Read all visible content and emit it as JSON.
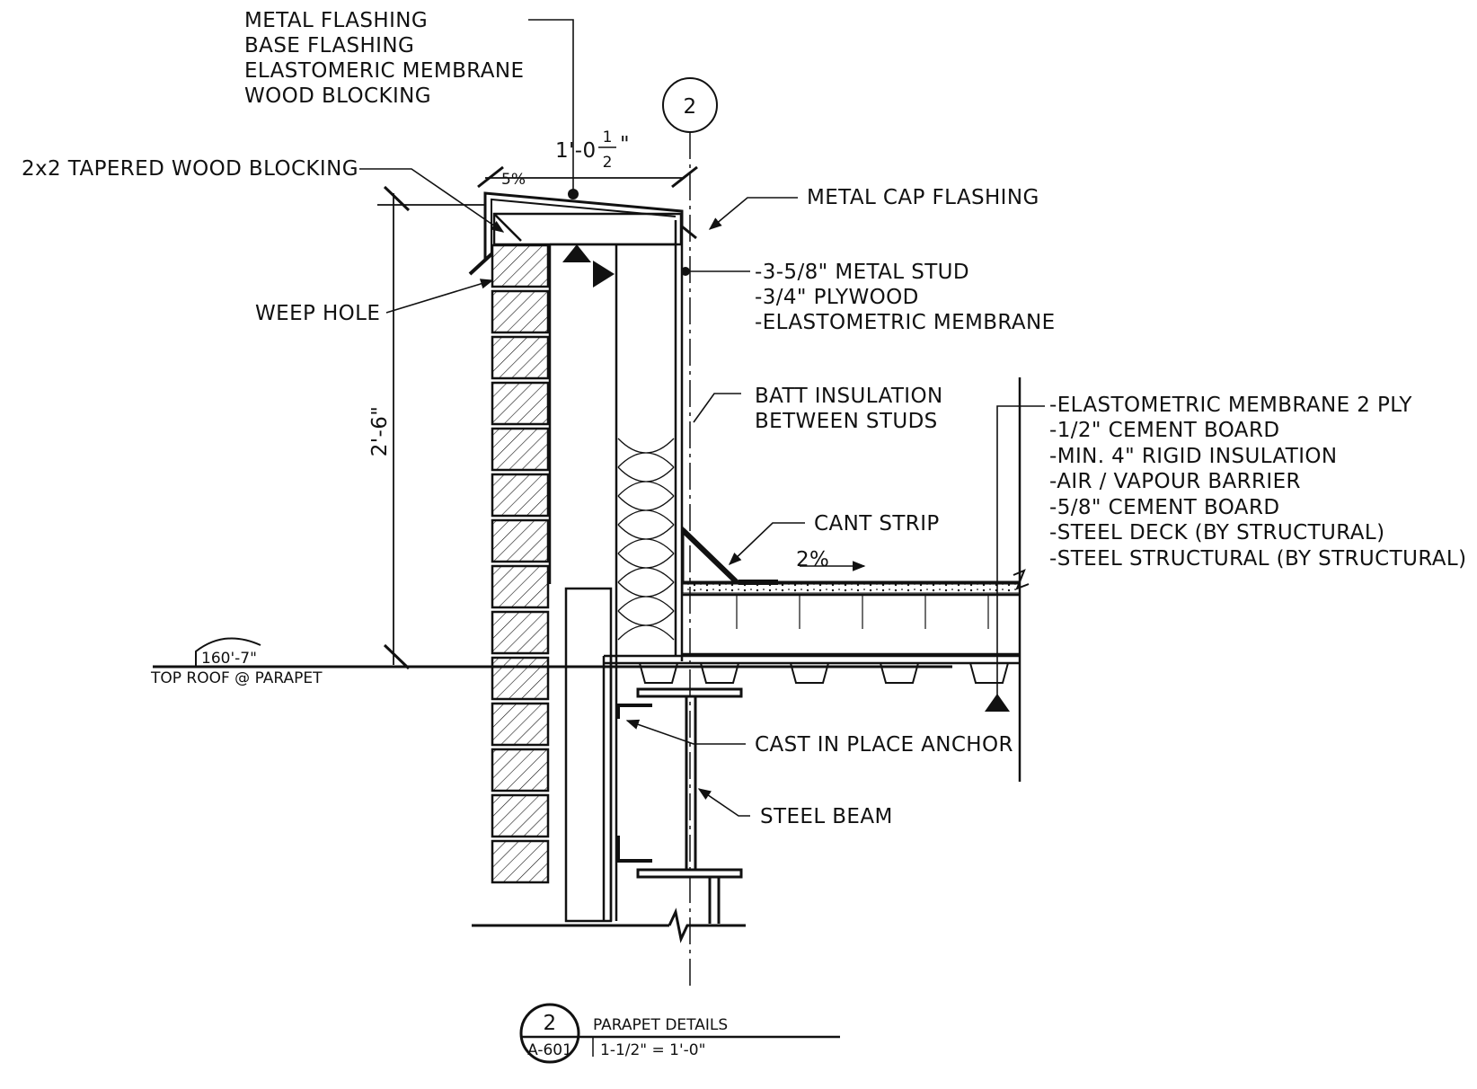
{
  "labels": {
    "top_group": [
      "METAL FLASHING",
      "BASE FLASHING",
      "ELASTOMERIC MEMBRANE",
      "WOOD BLOCKING"
    ],
    "tapered_blocking": "2x2 TAPERED WOOD BLOCKING",
    "metal_cap_flashing": "METAL CAP FLASHING",
    "stud_group": [
      "-3-5/8\" METAL STUD",
      "-3/4\" PLYWOOD",
      "-ELASTOMETRIC MEMBRANE"
    ],
    "weep_hole": "WEEP HOLE",
    "batt_insulation": [
      "BATT INSULATION",
      "BETWEEN STUDS"
    ],
    "roof_assembly": [
      "-ELASTOMETRIC MEMBRANE 2 PLY",
      "-1/2\" CEMENT BOARD",
      "-MIN. 4\" RIGID INSULATION",
      "-AIR / VAPOUR BARRIER",
      "-5/8\" CEMENT BOARD",
      "-STEEL DECK (BY STRUCTURAL)",
      "-STEEL STRUCTURAL (BY STRUCTURAL)"
    ],
    "cant_strip": "CANT STRIP",
    "slope_roof": "2%",
    "slope_cap": "5%",
    "cast_anchor": "CAST IN PLACE ANCHOR",
    "steel_beam": "STEEL BEAM"
  },
  "dimensions": {
    "width_main": "1'-0",
    "width_num": "1",
    "width_den": "2",
    "width_suffix": "\"",
    "height": "2'-6\""
  },
  "grid_bubble": "2",
  "elevation": {
    "value": "160'-7\"",
    "label": "TOP ROOF @ PARAPET"
  },
  "title_block": {
    "number": "2",
    "sheet": "A-601",
    "title": "PARAPET DETAILS",
    "scale": "1-1/2\" = 1'-0\""
  }
}
